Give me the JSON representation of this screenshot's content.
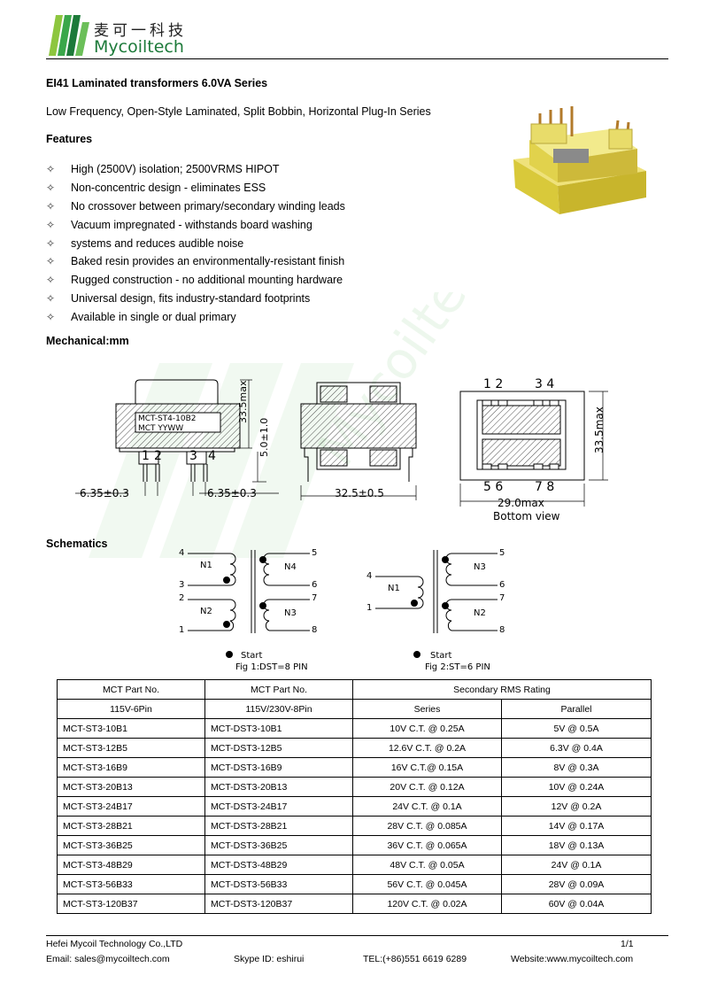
{
  "logo": {
    "cn": "麦可一科技",
    "en": "Mycoiltech"
  },
  "title": "EI41 Laminated transformers 6.0VA Series",
  "subtitle": "Low Frequency, Open-Style Laminated, Split Bobbin, Horizontal Plug-In Series",
  "features_heading": "Features",
  "features": [
    "High (2500V) isolation; 2500VRMS HIPOT",
    "Non-concentric design - eliminates ESS",
    "No crossover between primary/secondary winding leads",
    "Vacuum impregnated - withstands board washing",
    "systems and reduces audible noise",
    "Baked resin provides an environmentally-resistant finish",
    "Rugged construction - no additional mounting hardware",
    "Universal design, fits industry-standard footprints",
    "Available in single or dual primary"
  ],
  "feature_icon": "four-point-star-icon",
  "mechanical_heading": "Mechanical:mm",
  "mechanical": {
    "label_line1": "MCT-ST4-10B2",
    "label_line2": "MCT  YYWW",
    "pins_left": [
      "1",
      "2"
    ],
    "pins_right": [
      "3",
      "4"
    ],
    "dim_height": "33.5max",
    "dim_pin": "5.0±1.0",
    "dim_left": "6.35±0.3",
    "dim_right": "6.35±0.3",
    "dim_side": "32.5±0.5",
    "bottom_pins_top_a": "1 2",
    "bottom_pins_top_b": "3 4",
    "bottom_pins_bottom_a": "5 6",
    "bottom_pins_bottom_b": "7 8",
    "bottom_height": "33.5max",
    "bottom_width": "29.0max",
    "bottom_caption": "Bottom view"
  },
  "schematics_heading": "Schematics",
  "schematics": {
    "fig1": {
      "left_pins": [
        "4",
        "3",
        "2",
        "1"
      ],
      "right_pins": [
        "5",
        "6",
        "7",
        "8"
      ],
      "windings": [
        "N1",
        "N2",
        "N4",
        "N3"
      ],
      "start_label": "Start",
      "caption": "Fig 1:DST=8 PIN"
    },
    "fig2": {
      "left_pins": [
        "4",
        "1"
      ],
      "right_pins": [
        "5",
        "6",
        "7",
        "8"
      ],
      "windings": [
        "N1",
        "N3",
        "N2"
      ],
      "start_label": "Start",
      "caption": "Fig 2:ST=6 PIN"
    }
  },
  "table": {
    "col1_header_a": "MCT Part No.",
    "col1_header_b": "115V-6Pin",
    "col2_header_a": "MCT Part No.",
    "col2_header_b": "115V/230V-8Pin",
    "rating_header": "Secondary RMS Rating",
    "series_header": "Series",
    "parallel_header": "Parallel",
    "rows": [
      [
        "MCT-ST3-10B1",
        "MCT-DST3-10B1",
        "10V C.T. @ 0.25A",
        "5V @ 0.5A"
      ],
      [
        "MCT-ST3-12B5",
        "MCT-DST3-12B5",
        "12.6V C.T. @ 0.2A",
        "6.3V @ 0.4A"
      ],
      [
        "MCT-ST3-16B9",
        "MCT-DST3-16B9",
        "16V C.T.@ 0.15A",
        "8V @ 0.3A"
      ],
      [
        "MCT-ST3-20B13",
        "MCT-DST3-20B13",
        "20V C.T. @ 0.12A",
        "10V @ 0.24A"
      ],
      [
        "MCT-ST3-24B17",
        "MCT-DST3-24B17",
        "24V C.T. @ 0.1A",
        "12V @ 0.2A"
      ],
      [
        "MCT-ST3-28B21",
        "MCT-DST3-28B21",
        "28V C.T. @ 0.085A",
        "14V @ 0.17A"
      ],
      [
        "MCT-ST3-36B25",
        "MCT-DST3-36B25",
        "36V C.T. @ 0.065A",
        "18V @ 0.13A"
      ],
      [
        "MCT-ST3-48B29",
        "MCT-DST3-48B29",
        "48V C.T. @ 0.05A",
        "24V @ 0.1A"
      ],
      [
        "MCT-ST3-56B33",
        "MCT-DST3-56B33",
        "56V C.T. @ 0.045A",
        "28V @ 0.09A"
      ],
      [
        "MCT-ST3-120B37",
        "MCT-DST3-120B37",
        "120V C.T. @ 0.02A",
        "60V @ 0.04A"
      ]
    ]
  },
  "footer": {
    "company": "Hefei Mycoil Technology Co.,LTD",
    "page": "1/1",
    "email": "Email: sales@mycoiltech.com",
    "skype": "Skype ID: eshirui",
    "tel": "TEL:(+86)551 6619 6289",
    "website": "Website:www.mycoiltech.com"
  },
  "colors": {
    "logo_green": "#1d7a3a",
    "transformer_yellow": "#e6d84a"
  }
}
